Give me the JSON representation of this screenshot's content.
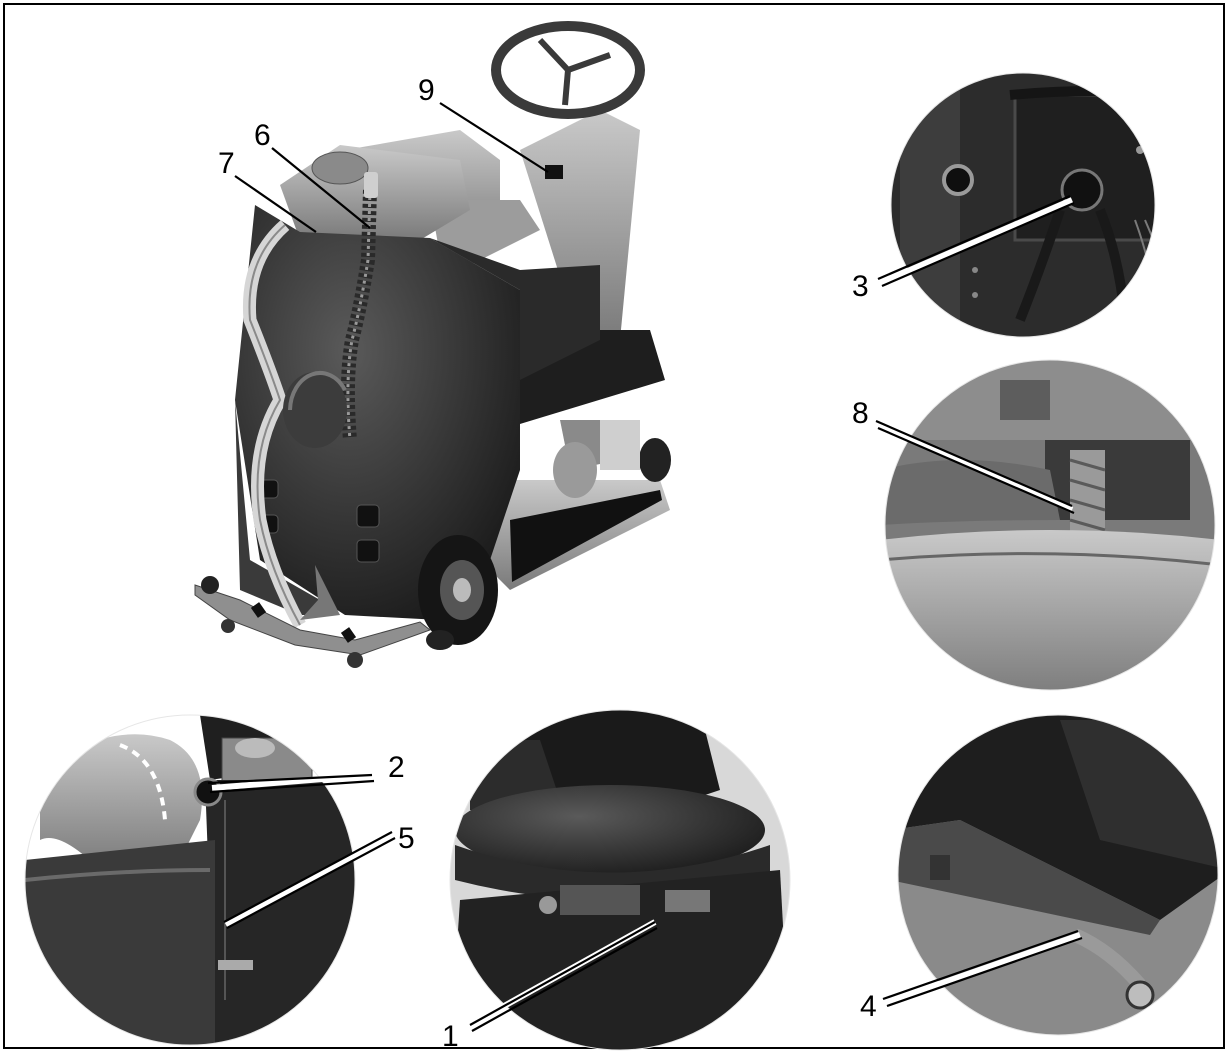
{
  "callouts": {
    "c1": "1",
    "c2": "2",
    "c3": "3",
    "c4": "4",
    "c5": "5",
    "c6": "6",
    "c7": "7",
    "c8": "8",
    "c9": "9"
  },
  "colors": {
    "border": "#000000",
    "machine_dark": "#2b2b2b",
    "machine_mid": "#6e6e6e",
    "machine_light": "#b8b8b8",
    "background": "#ffffff"
  }
}
